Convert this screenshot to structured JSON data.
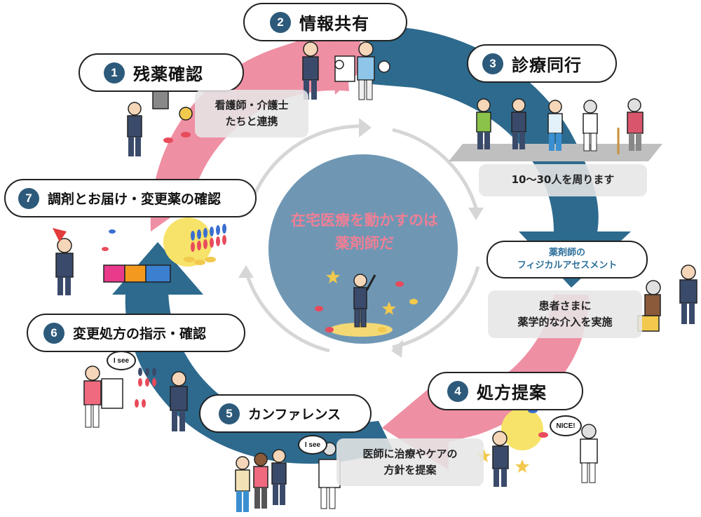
{
  "center": {
    "line1": "在宅医療を動かすのは",
    "line2": "薬剤師だ"
  },
  "steps": [
    {
      "num": "1",
      "label": "残薬確認"
    },
    {
      "num": "2",
      "label": "情報共有"
    },
    {
      "num": "3",
      "label": "診療同行"
    },
    {
      "num": "4",
      "label": "処方提案"
    },
    {
      "num": "5",
      "label": "カンファレンス"
    },
    {
      "num": "6",
      "label": "変更処方の指示・確認"
    },
    {
      "num": "7",
      "label": "調剤とお届け・変更薬の確認"
    }
  ],
  "notes": {
    "nurse_line1": "看護師・介護士",
    "nurse_line2": "たちと連携",
    "rounds": "10〜30人を周ります",
    "physical_line1": "薬剤師の",
    "physical_line2": "フィジカルアセスメント",
    "intervention_line1": "患者さまに",
    "intervention_line2": "薬学的な介入を実施",
    "proposal_line1": "医師に治療やケアの",
    "proposal_line2": "方針を提案"
  },
  "bubbles": {
    "i_see_1": "I see",
    "i_see_2": "I see",
    "nice": "NICE!"
  },
  "colors": {
    "pink": "#ef8fa3",
    "blue": "#2d6a8e",
    "center": "#6f97b4",
    "num_bg": "#2d5a7b",
    "center_text": "#ef7f95"
  }
}
